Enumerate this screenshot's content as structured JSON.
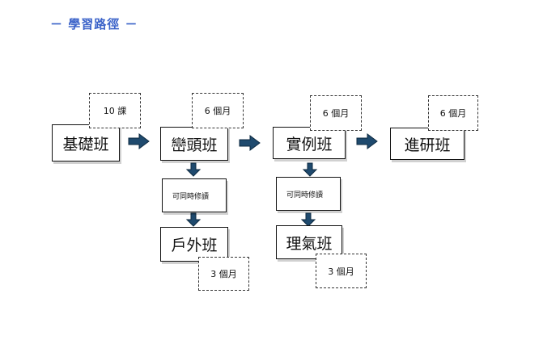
{
  "header": {
    "title": "－ 學習路徑 －"
  },
  "main_courses": [
    "基礎班",
    "巒頭班",
    "實例班",
    "進研班"
  ],
  "main_durations": [
    "10 課",
    "6 個月",
    "6 個月",
    "6 個月"
  ],
  "branch_left": {
    "note": "可同時修讀",
    "course": "戶外班",
    "duration": "3 個月"
  },
  "branch_right": {
    "note": "可同時修讀",
    "course": "理氣班",
    "duration": "3 個月"
  },
  "colors": {
    "arrow_fill": "#1f4a6e",
    "arrow_stroke": "#0e2a40",
    "title": "#3b63c9"
  }
}
